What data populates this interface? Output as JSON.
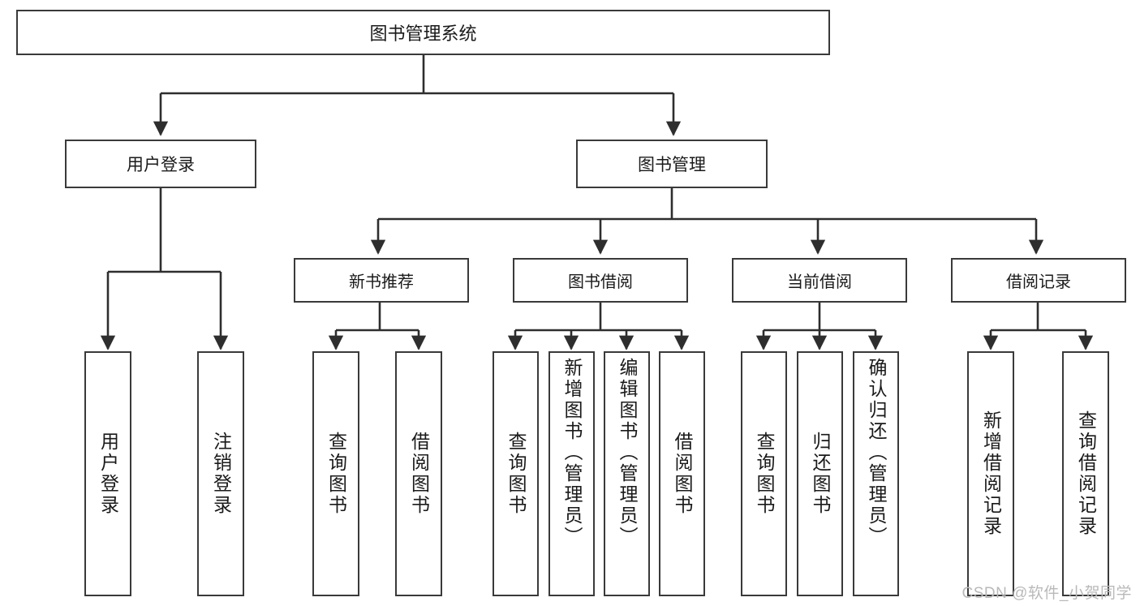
{
  "diagram": {
    "title": "图书管理系统",
    "watermark": "CSDN @软件_小贺同学",
    "colors": {
      "box_border": "#3a3a3a",
      "box_fill": "#ffffff",
      "edge": "#2e2e2e",
      "text": "#1a1a1a",
      "watermark": "#b9b9b9",
      "background": "#ffffff"
    },
    "root": {
      "label": "图书管理系统"
    },
    "level2": [
      {
        "label": "用户登录"
      },
      {
        "label": "图书管理"
      }
    ],
    "level3": [
      {
        "label": "新书推荐"
      },
      {
        "label": "图书借阅"
      },
      {
        "label": "当前借阅"
      },
      {
        "label": "借阅记录"
      }
    ],
    "leaves": {
      "user_login": [
        {
          "label": "用户登录"
        },
        {
          "label": "注销登录"
        }
      ],
      "new_book_recommend": [
        {
          "label": "查询图书"
        },
        {
          "label": "借阅图书"
        }
      ],
      "book_borrow": [
        {
          "label": "查询图书"
        },
        {
          "label": "新增图书（管理员）"
        },
        {
          "label": "编辑图书（管理员）"
        },
        {
          "label": "借阅图书"
        }
      ],
      "current_borrow": [
        {
          "label": "查询图书"
        },
        {
          "label": "归还图书"
        },
        {
          "label": "确认归还（管理员）"
        }
      ],
      "borrow_record": [
        {
          "label": "新增借阅记录"
        },
        {
          "label": "查询借阅记录"
        }
      ]
    }
  }
}
